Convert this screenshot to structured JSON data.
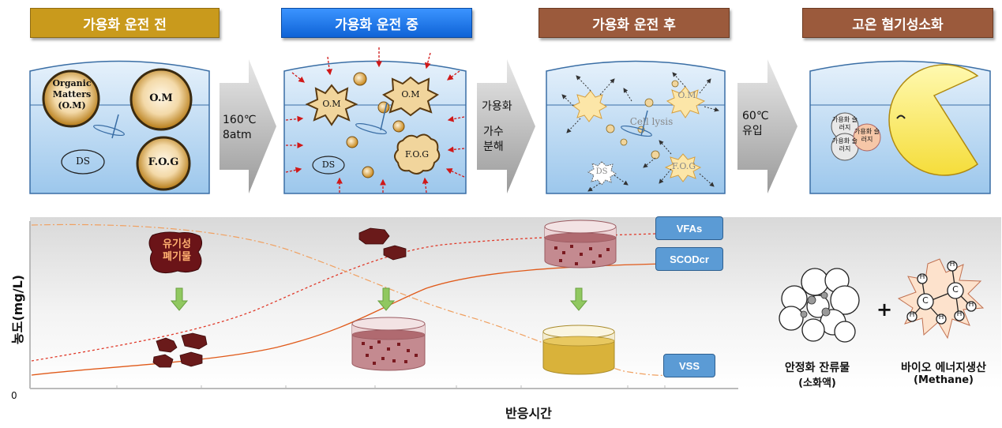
{
  "stages": [
    {
      "title": "가용화 운전 전",
      "color": "#c99a1c"
    },
    {
      "title": "가용화 운전 중",
      "color": "#1a7ef0"
    },
    {
      "title": "가용화 운전 후",
      "color": "#9b5a3c"
    },
    {
      "title": "고온 혐기성소화",
      "color": "#9b5a3c"
    }
  ],
  "tank1": {
    "organic": "Organic Matters (O.M)",
    "om": "O.M",
    "ds": "DS",
    "fog": "F.O.G"
  },
  "tank2": {
    "om1": "O.M",
    "om2": "O.M",
    "ds": "DS",
    "fog": "F.O.G"
  },
  "tank3": {
    "cell_lysis": "Cell lysis",
    "om": "O.M",
    "ds": "DS",
    "fog": "F.O.G"
  },
  "tank4": {
    "ball1": "가용화 슬러지",
    "ball2": "가용화 슬러지",
    "ball3": "가용화 슬러지"
  },
  "arrows": {
    "a1": "160℃ 8atm",
    "a2_line1": "가용화",
    "a2_line2": "가수",
    "a2_line3": "분해",
    "a3": "60℃ 유입"
  },
  "graph": {
    "ylabel": "농도(mg/L)",
    "xlabel": "반응시간",
    "zero": "0",
    "waste_label": "유기성 폐기물",
    "tags": {
      "vfas": "VFAs",
      "scod": "SCODcr",
      "vss": "VSS"
    }
  },
  "outputs": {
    "residue": "안정화 잔류물",
    "residue_sub": "(소화액)",
    "plus": "+",
    "bio": "바이오 에너지생산",
    "bio_sub": "(Methane)",
    "c": "C",
    "h": "H"
  },
  "colors": {
    "tank": "#b8d7f2",
    "ball": "#c98a1f",
    "curve": "#e05a1a",
    "dash_red": "#e03a2a",
    "dash_orange": "#f0a060"
  }
}
